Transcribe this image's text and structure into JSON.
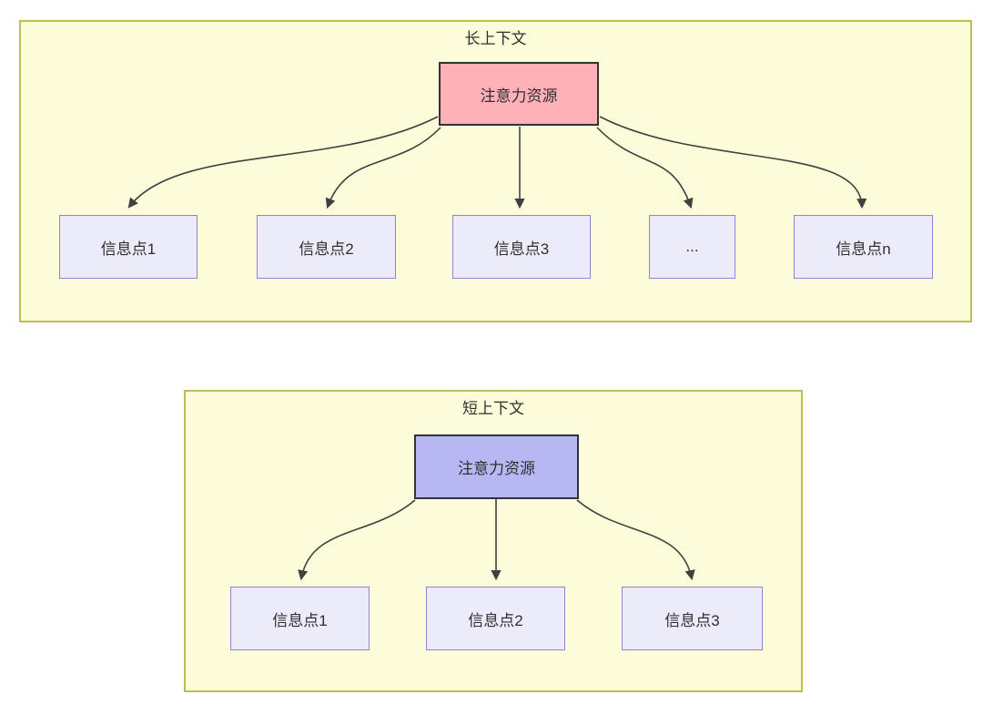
{
  "long_context": {
    "title": "长上下文",
    "root_label": "注意力资源",
    "boxes": [
      {
        "label": "信息点1"
      },
      {
        "label": "信息点2"
      },
      {
        "label": "信息点3"
      },
      {
        "label": "..."
      },
      {
        "label": "信息点n"
      }
    ]
  },
  "short_context": {
    "title": "短上下文",
    "root_label": "注意力资源",
    "boxes": [
      {
        "label": "信息点1"
      },
      {
        "label": "信息点2"
      },
      {
        "label": "信息点3"
      }
    ]
  },
  "colors": {
    "panel_fill": "#fcfcdb",
    "panel_border": "#bdbd57",
    "long_root_fill": "#ffb1b8",
    "short_root_fill": "#b7b7f4",
    "root_border": "#333333",
    "info_fill": "#ebebfa",
    "info_border": "#9b7fd4",
    "edge_color": "#404040",
    "text_color": "#2f2f2f"
  }
}
